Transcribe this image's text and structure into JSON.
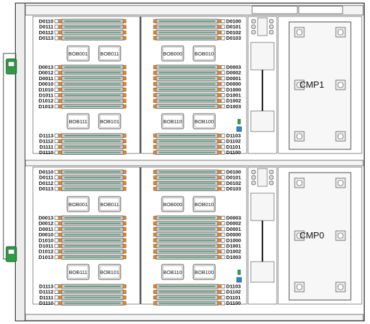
{
  "chassis": {
    "colors": {
      "outline": "#222222",
      "panel": "#f0f0f0",
      "slot_body": "#c9ccc9",
      "slot_inner": "#5f9e86",
      "latch": "#e88a2a",
      "lever": "#2e9b46",
      "led": "#2a88c8",
      "led_bar": "#2aa74a"
    },
    "top_half": {
      "left_top_slots": [
        "D0110",
        "D0111",
        "D0112",
        "D0113"
      ],
      "right_top_slots": [
        "D0100",
        "D0101",
        "D0102",
        "D0103"
      ],
      "left_bobs_a": [
        "BOB001",
        "BOB011"
      ],
      "right_bobs_a": [
        "BOB000",
        "BOB010"
      ],
      "left_mid_slots": [
        "D0013",
        "D0012",
        "D0011",
        "D0010",
        "D1010",
        "D1011",
        "D1012",
        "D1013"
      ],
      "right_mid_slots": [
        "D0003",
        "D0002",
        "D0001",
        "D0000",
        "D1000",
        "D1001",
        "D1002",
        "D1003"
      ],
      "left_bobs_b": [
        "BOB111",
        "BOB101"
      ],
      "right_bobs_b": [
        "BOB110",
        "BOB100"
      ],
      "left_bottom_slots": [
        "D1113",
        "D1112",
        "D1111",
        "D1110"
      ],
      "right_bottom_slots": [
        "D1103",
        "D1102",
        "D1101",
        "D1100"
      ],
      "cpu_label": "CMP1"
    },
    "bottom_half": {
      "left_top_slots": [
        "D0110",
        "D0111",
        "D0112",
        "D0113"
      ],
      "right_top_slots": [
        "D0100",
        "D0101",
        "D0102",
        "D0103"
      ],
      "left_bobs_a": [
        "BOB001",
        "BOB011"
      ],
      "right_bobs_a": [
        "BOB000",
        "BOB010"
      ],
      "left_mid_slots": [
        "D0013",
        "D0012",
        "D0011",
        "D0010",
        "D1010",
        "D1011",
        "D1012",
        "D1013"
      ],
      "right_mid_slots": [
        "D0003",
        "D0002",
        "D0001",
        "D0000",
        "D1000",
        "D1001",
        "D1002",
        "D1003"
      ],
      "left_bobs_b": [
        "BOB111",
        "BOB101"
      ],
      "right_bobs_b": [
        "BOB110",
        "BOB100"
      ],
      "left_bottom_slots": [
        "D1113",
        "D1112",
        "D1111",
        "D1110"
      ],
      "right_bottom_slots": [
        "D1103",
        "D1102",
        "D1101",
        "D1100"
      ],
      "cpu_label": "CMP0"
    }
  }
}
